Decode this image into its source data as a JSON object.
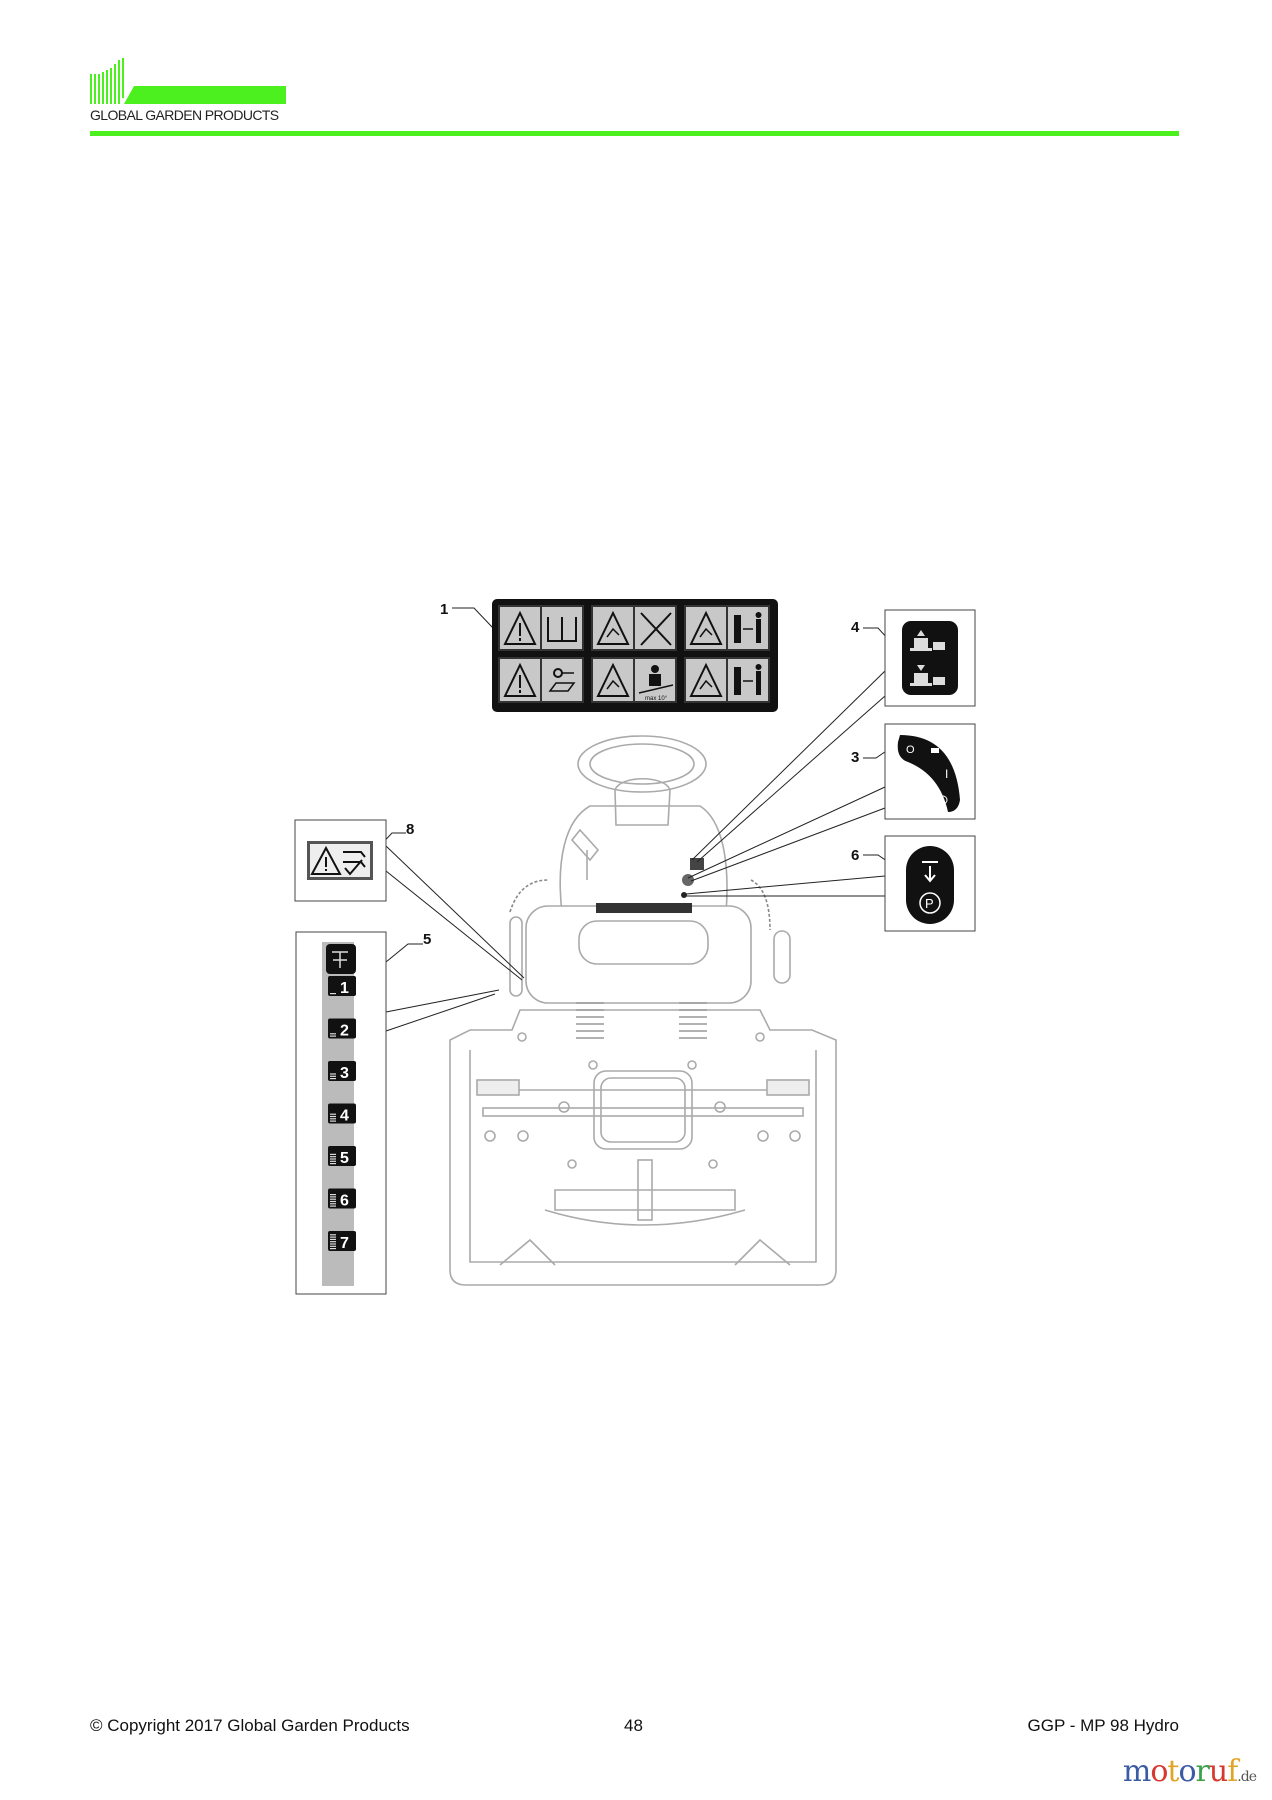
{
  "header": {
    "brand": "GLOBAL GARDEN PRODUCTS",
    "brand_color": "#4cf01e"
  },
  "diagram": {
    "callouts": [
      "1",
      "3",
      "4",
      "5",
      "6",
      "8"
    ],
    "decal_1": {
      "slope_text": "max 10°"
    },
    "decal_3": {
      "off_symbol": "O",
      "on_symbol": "I"
    },
    "decal_6": {
      "parking_symbol": "P"
    },
    "decal_5": {
      "positions": [
        "1",
        "2",
        "3",
        "4",
        "5",
        "6",
        "7"
      ]
    }
  },
  "footer": {
    "copyright": "© Copyright 2017 Global Garden Products",
    "page_number": "48",
    "model": "GGP - MP 98 Hydro"
  },
  "watermark": {
    "letters": [
      "m",
      "o",
      "t",
      "o",
      "r",
      "u",
      "f"
    ],
    "letter_colors": [
      "#3b5ba5",
      "#d63a2f",
      "#e0a526",
      "#3b5ba5",
      "#3aa04a",
      "#d63a2f",
      "#e0a526"
    ],
    "suffix": ".de"
  }
}
